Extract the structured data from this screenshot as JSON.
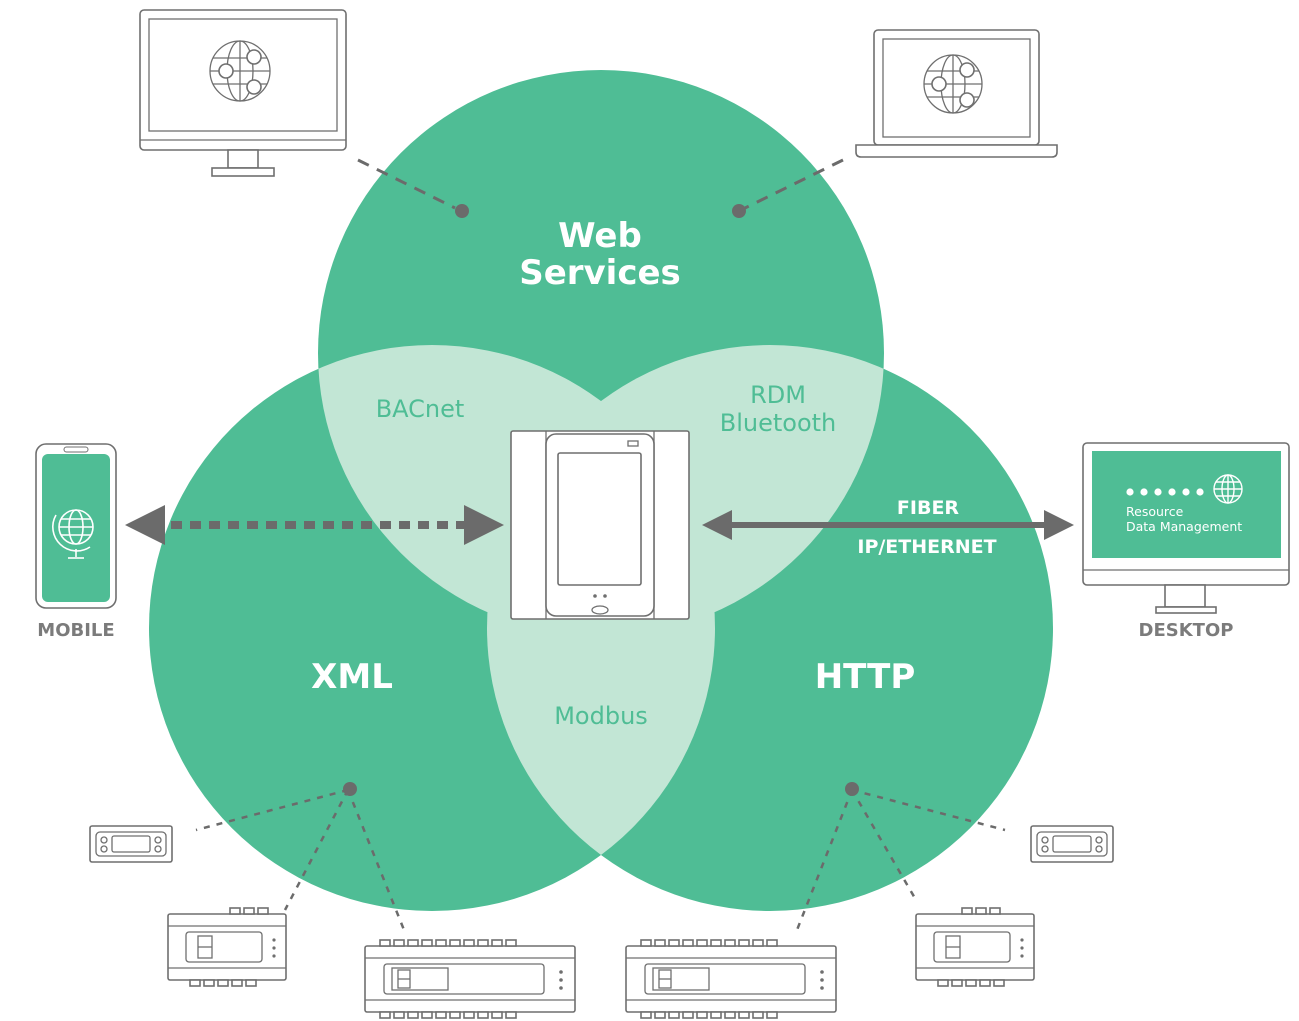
{
  "circles": {
    "top": {
      "label_line1": "Web",
      "label_line2": "Services"
    },
    "left": {
      "label": "XML"
    },
    "right": {
      "label": "HTTP"
    }
  },
  "overlaps": {
    "top_left": "BACnet",
    "top_right_line1": "RDM",
    "top_right_line2": "Bluetooth",
    "bottom": "Modbus"
  },
  "connection": {
    "line1": "FIBER",
    "line2": "IP/ETHERNET"
  },
  "devices": {
    "mobile_label": "MOBILE",
    "desktop_label": "DESKTOP",
    "desktop_screen_line1": "Resource",
    "desktop_screen_line2": "Data Management"
  },
  "colors": {
    "circle_green": "#4fbd95",
    "overlap_green": "#c2e6d5",
    "connector_grey": "#6b6b6b",
    "device_outline": "#6f6f6f"
  }
}
